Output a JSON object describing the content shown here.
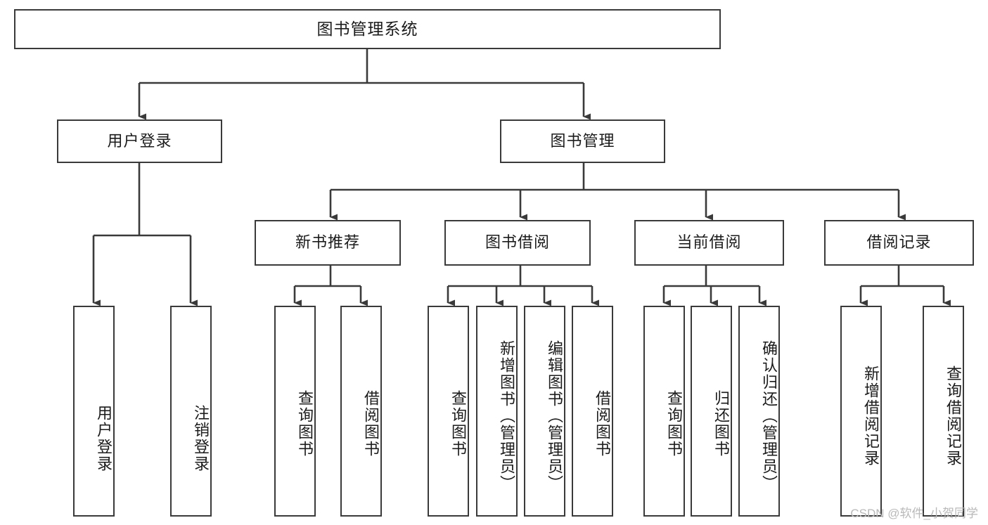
{
  "diagram": {
    "type": "tree-hierarchy-chart",
    "title": "图书管理系统",
    "line_color": "#3a3a3a",
    "box_fill": "#ffffff",
    "text_color": "#1b1b1b",
    "watermark": "CSDN @软件_小贺同学",
    "levels": {
      "root": {
        "label": "图书管理系统"
      },
      "level2": [
        {
          "id": "user-login",
          "label": "用户登录"
        },
        {
          "id": "book-management",
          "label": "图书管理"
        }
      ],
      "level3": [
        {
          "id": "new-book-recommend",
          "label": "新书推荐"
        },
        {
          "id": "book-borrow",
          "label": "图书借阅"
        },
        {
          "id": "current-borrow",
          "label": "当前借阅"
        },
        {
          "id": "borrow-record",
          "label": "借阅记录"
        }
      ],
      "level4": {
        "user_login_children": [
          {
            "id": "leaf-user-login",
            "label": "用户登录"
          },
          {
            "id": "leaf-user-logout",
            "label": "注销登录"
          }
        ],
        "new_book_recommend_children": [
          {
            "id": "leaf-query-book-1",
            "label": "查询图书"
          },
          {
            "id": "leaf-borrow-book-1",
            "label": "借阅图书"
          }
        ],
        "book_borrow_children": [
          {
            "id": "leaf-query-book-2",
            "label": "查询图书"
          },
          {
            "id": "leaf-add-book",
            "label": "新增图书（管理员）"
          },
          {
            "id": "leaf-edit-book",
            "label": "编辑图书（管理员）"
          },
          {
            "id": "leaf-borrow-book-2",
            "label": "借阅图书"
          }
        ],
        "current_borrow_children": [
          {
            "id": "leaf-query-book-3",
            "label": "查询图书"
          },
          {
            "id": "leaf-return-book",
            "label": "归还图书"
          },
          {
            "id": "leaf-confirm-return",
            "label": "确认归还（管理员）"
          }
        ],
        "borrow_record_children": [
          {
            "id": "leaf-add-borrow-record",
            "label": "新增借阅记录"
          },
          {
            "id": "leaf-query-borrow-record",
            "label": "查询借阅记录"
          }
        ]
      }
    }
  }
}
